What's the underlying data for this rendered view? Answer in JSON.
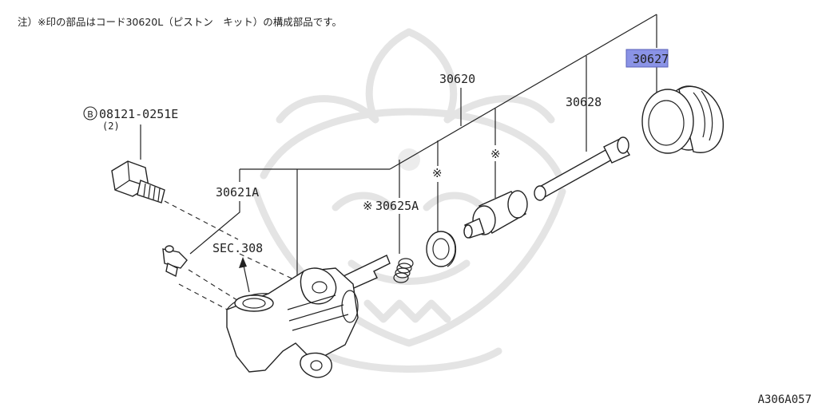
{
  "note": "注）※印の部品はコード30620L（ピストン　キット）の構成部品です。",
  "colors": {
    "highlight": "#8a93e6",
    "line": "#222222",
    "watermark": "#e4e4e4"
  },
  "callouts": {
    "c30627": "30627",
    "c30620": "30620",
    "c30628": "30628",
    "bolt_code": "08121-0251E",
    "bolt_qty": "(2)",
    "bolt_prefix": "B",
    "c30621A": "30621A",
    "c30625A": "30625A",
    "sec": "SEC.308",
    "asterisk": "※"
  },
  "figure_id": "A306A057"
}
